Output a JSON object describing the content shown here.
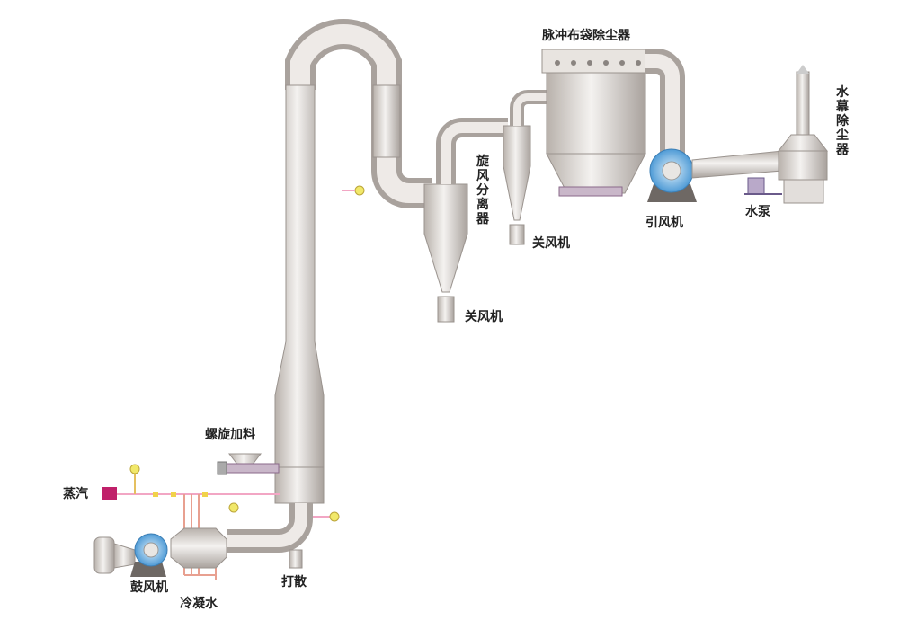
{
  "labels": {
    "bag_filter": "脉冲布袋除尘器",
    "water_scrubber": "水幕除尘器",
    "cyclone": "旋风分离器",
    "rotary_valve_1": "关风机",
    "rotary_valve_2": "关风机",
    "induced_fan": "引风机",
    "water_pump": "水泵",
    "screw_feeder": "螺旋加料",
    "steam": "蒸汽",
    "blower": "鼓风机",
    "condensate": "冷凝水",
    "disperser": "打散"
  },
  "colors": {
    "metal": "#d9d4d0",
    "metal_dark": "#a9a29d",
    "fan_blue": "#6aaee0",
    "steam_pink": "#f2a6c4",
    "valve_yellow": "#f1e86a",
    "steam_box": "#c0206a"
  }
}
